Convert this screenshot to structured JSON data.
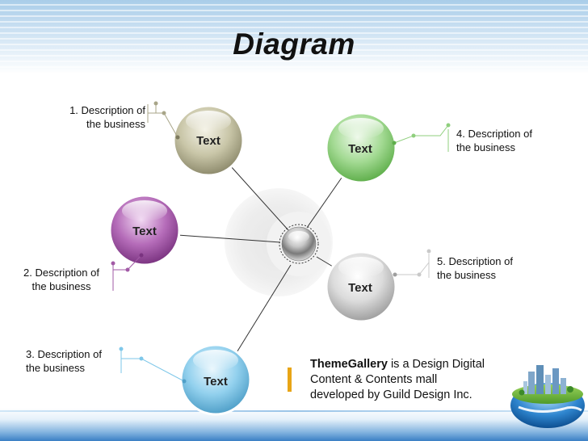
{
  "slide": {
    "title": "Diagram",
    "center_icon": "chrome-sphere-icon",
    "nodes": [
      {
        "label": "Text",
        "color": "#b8b596"
      },
      {
        "label": "Text",
        "color": "#a25aa6"
      },
      {
        "label": "Text",
        "color": "#7ec7e9"
      },
      {
        "label": "Text",
        "color": "#8fcf7d"
      },
      {
        "label": "Text",
        "color": "#c9c9c9"
      }
    ],
    "descriptions": [
      {
        "line1": "1. Description of",
        "line2": "the business"
      },
      {
        "line1": "2. Description of",
        "line2": "the business"
      },
      {
        "line1": "3. Description of",
        "line2": "the business"
      },
      {
        "line1": "4. Description of",
        "line2": "the business"
      },
      {
        "line1": "5. Description of",
        "line2": "the business"
      }
    ],
    "footer": {
      "brand": "ThemeGallery",
      "line1_rest": " is a Design Digital",
      "line2": "Content & Contents mall",
      "line3": "developed by Guild Design Inc."
    },
    "colors": {
      "accent_bar": "#e8a516",
      "connector": "#333333"
    },
    "logo_icon": "city-globe-icon"
  }
}
